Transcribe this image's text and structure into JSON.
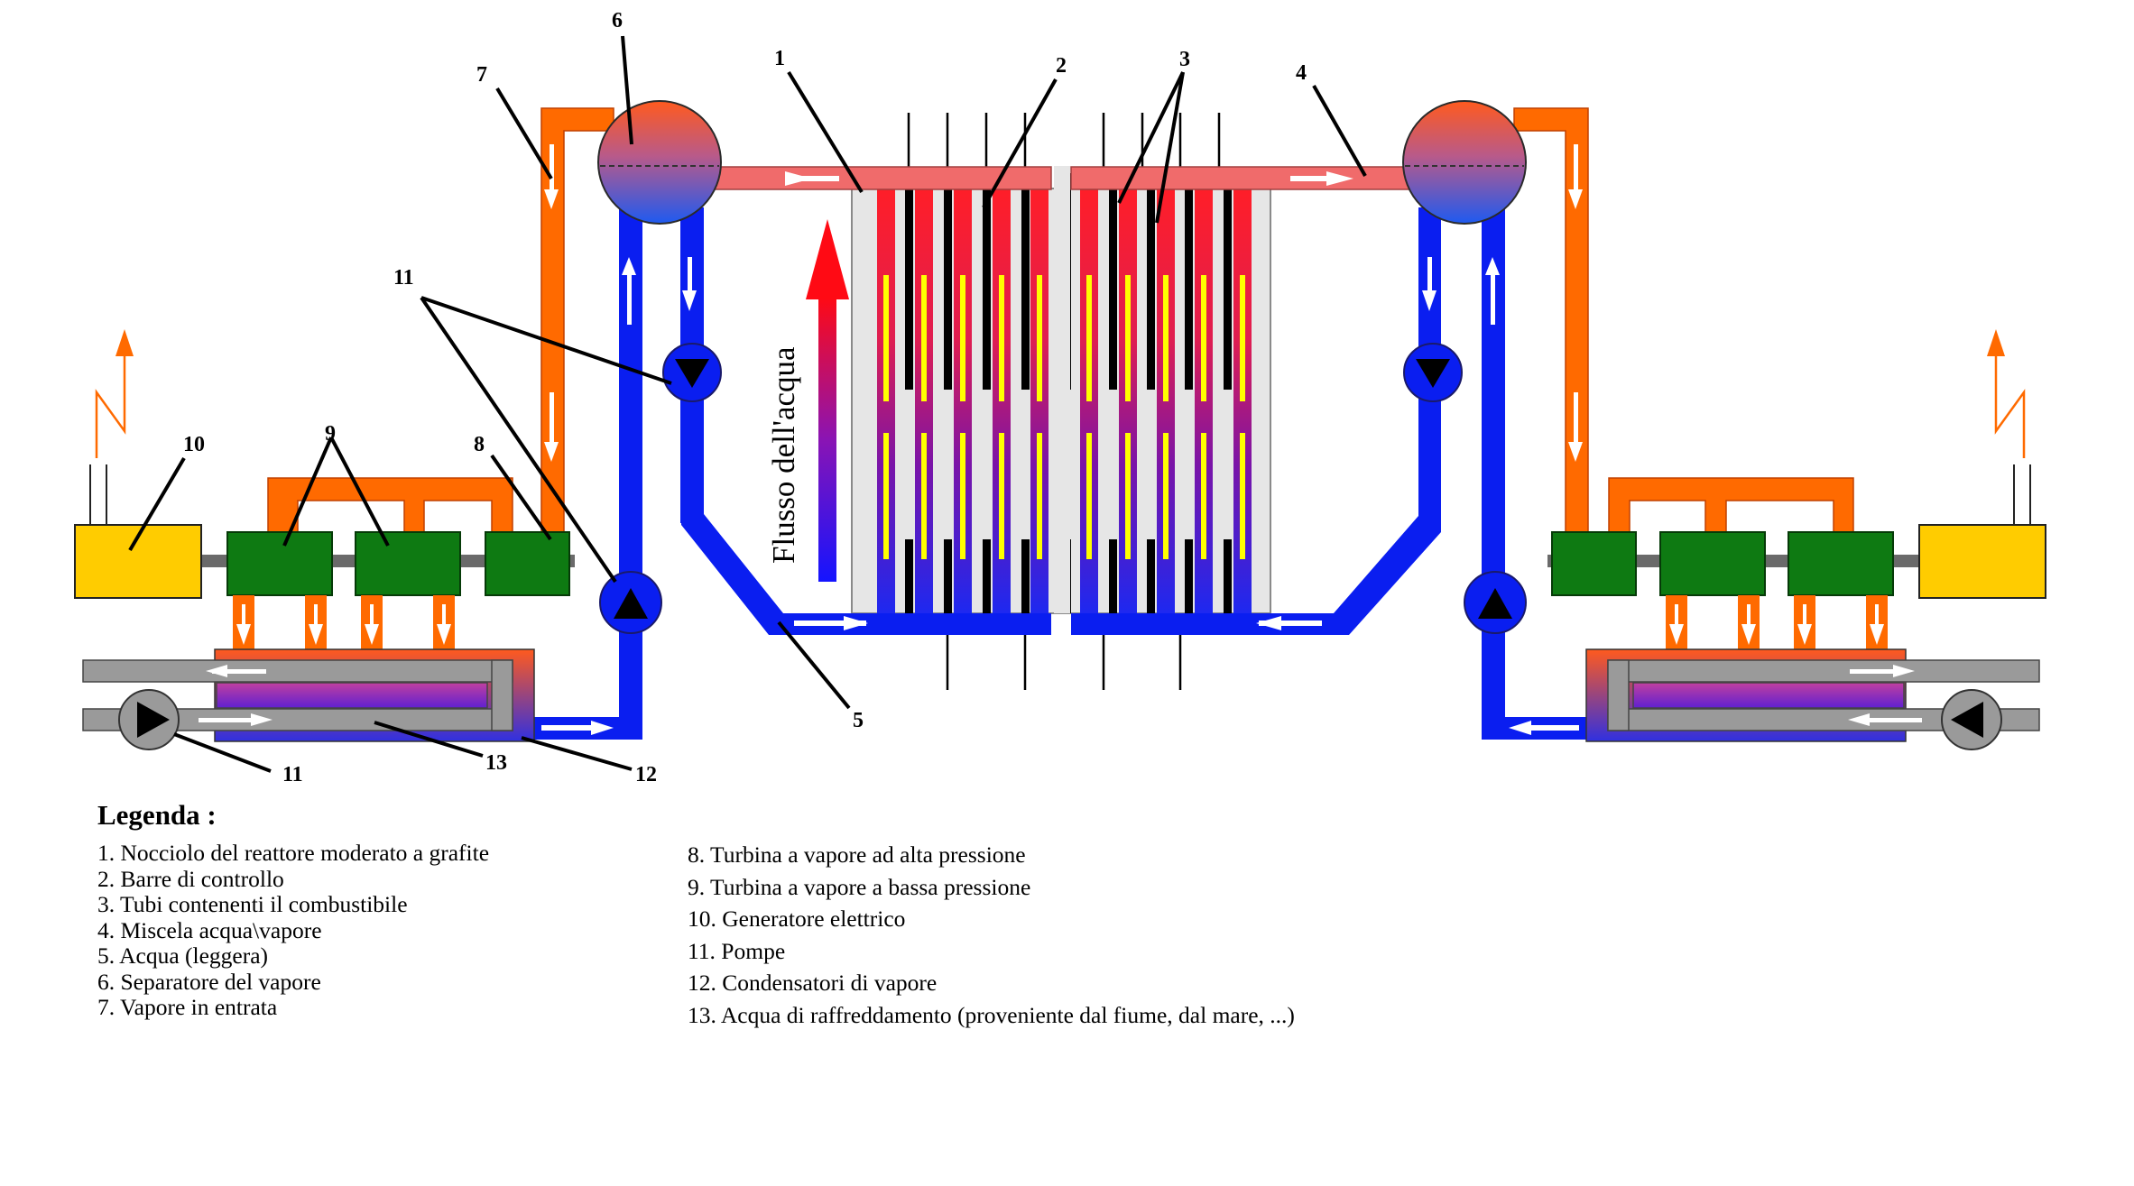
{
  "diagram": {
    "flow_label": "Flusso dell'acqua",
    "callouts": [
      "1",
      "2",
      "3",
      "4",
      "5",
      "6",
      "7",
      "8",
      "9",
      "10",
      "11",
      "11",
      "12",
      "13"
    ],
    "colors": {
      "water_blue": "#0a1ef0",
      "steam_red": "#f06b6b",
      "steam_orange": "#ff6a00",
      "turbine_green": "#0e7a12",
      "generator_yellow": "#ffcc00",
      "pipe_gray": "#9a9a9a",
      "fuel_yellow": "#ffff00"
    }
  },
  "legend": {
    "title": "Legenda :",
    "left": [
      "1. Nocciolo del reattore moderato a grafite",
      "2. Barre di controllo",
      "3. Tubi contenenti il combustibile",
      "4. Miscela acqua\\vapore",
      "5. Acqua (leggera)",
      "6. Separatore del vapore",
      "7. Vapore in entrata"
    ],
    "right": [
      "8. Turbina a vapore ad alta pressione",
      "9. Turbina a vapore a bassa pressione",
      "10. Generatore elettrico",
      "11. Pompe",
      "12. Condensatori di vapore",
      "13. Acqua di raffreddamento (proveniente dal fiume, dal mare, ...)"
    ]
  }
}
